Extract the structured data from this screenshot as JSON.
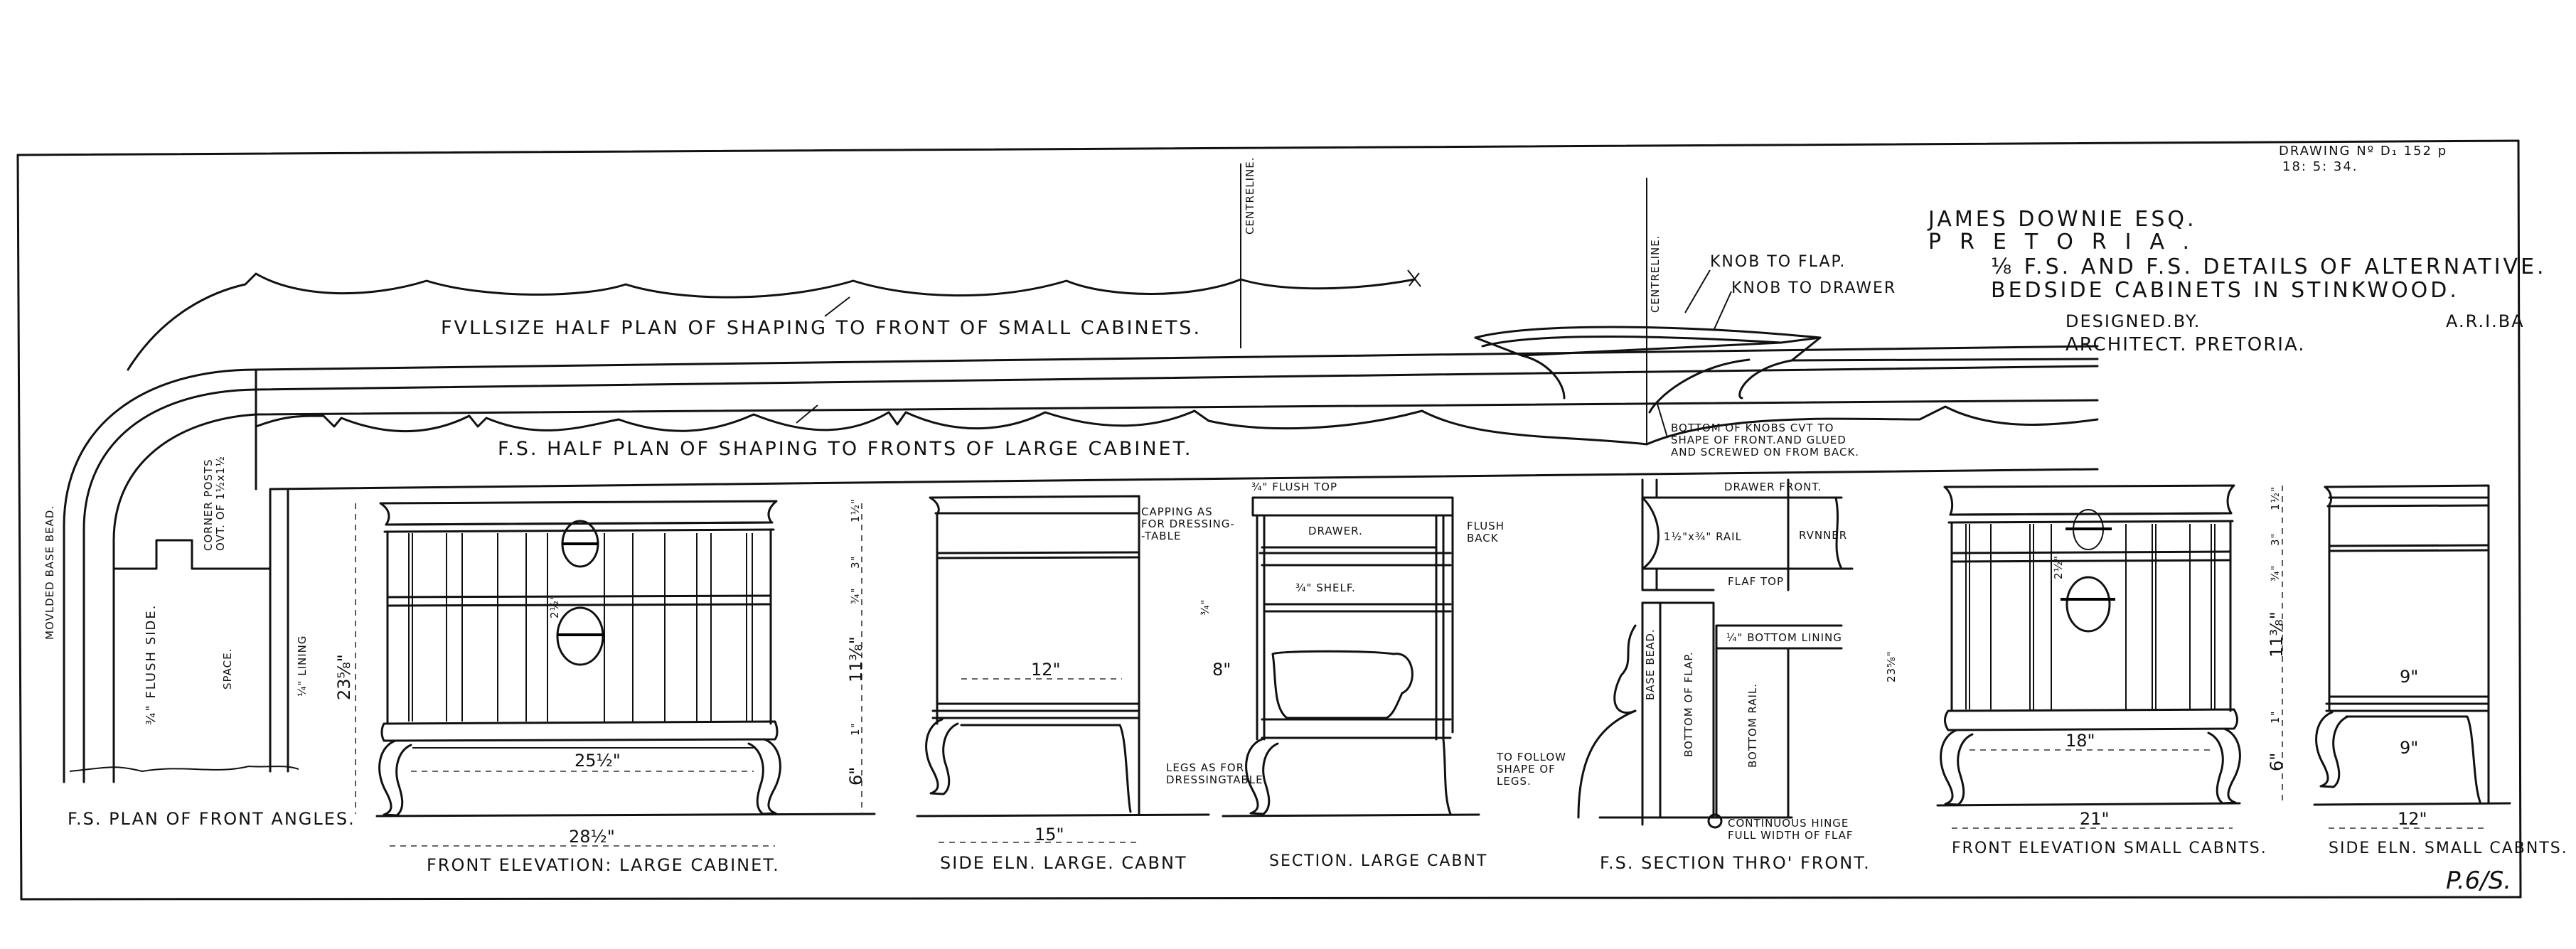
{
  "title_block": {
    "drawing_no": "DRAWING Nº D₁ 152 p",
    "date": "18: 5: 34.",
    "client": "JAMES DOWNIE ESQ.",
    "location": "PRETORIA.",
    "title_line1": "⅛ F.S. AND F.S. DETAILS OF ALTERNATIVE.",
    "title_line2": "BEDSIDE CABINETS IN STINKWOOD.",
    "designed_by": "DESIGNED.BY.",
    "qualification": "A.R.I.BA",
    "architect": "ARCHITECT. PRETORIA."
  },
  "plans": {
    "centreline_1": "CENTRELINE.",
    "centreline_2": "CENTRELINE.",
    "small_plan_label": "FVLLSIZE HALF PLAN OF SHAPING TO FRONT OF SMALL CABINETS.",
    "large_plan_label": "F.S. HALF PLAN OF SHAPING TO FRONTS OF LARGE CABINET.",
    "knob_to_flap": "KNOB TO FLAP.",
    "knob_to_drawer": "KNOB TO DRAWER",
    "knob_note": [
      "BOTTOM OF KNOBS CVT TO",
      "SHAPE OF FRONT.AND GLUED",
      "AND SCREWED ON FROM BACK."
    ]
  },
  "front_angles": {
    "label": "F.S. PLAN OF FRONT ANGLES.",
    "moulded_base_bead": "MOVLDED BASE BEAD.",
    "corner_posts": [
      "CORNER POSTS",
      "OVT. OF 1½x1½"
    ],
    "flush_side": "¾\" FLUSH SIDE.",
    "space": "SPACE.",
    "lining": "¼\" LINING"
  },
  "front_large": {
    "label": "FRONT ELEVATION: LARGE CABINET.",
    "height": "23⅝\"",
    "overall_width": "28½\"",
    "leg_span": "25½\"",
    "knob_offset": "2½\"",
    "right_dims": [
      "1½\"",
      "3\"",
      "¾\"",
      "11⅜\"",
      "1\"",
      "6\""
    ]
  },
  "side_large": {
    "label": "SIDE ELN. LARGE. CABNT",
    "inner_width": "12\"",
    "overall_width": "15\""
  },
  "section_large": {
    "label": "SECTION. LARGE CABNT",
    "flush_top": "¾\" FLUSH TOP",
    "capping": [
      "CAPPING AS",
      "FOR DRESSING-",
      "-TABLE"
    ],
    "flush_back": [
      "FLUSH",
      "BACK"
    ],
    "drawer": "DRAWER.",
    "shelf": "¾\" SHELF.",
    "shelf_dim": "¾\"",
    "space_dim": "8\"",
    "legs": [
      "LEGS AS FOR",
      "DRESSINGTABLE"
    ]
  },
  "section_front": {
    "label": "F.S. SECTION THRO' FRONT.",
    "drawer_front": "DRAWER FRONT.",
    "rail": "1½\"x¾\" RAIL",
    "runner": "RVNNER",
    "flap_top": "FLAF TOP",
    "bottom_lining": "¼\" BOTTOM LINING",
    "base_bead": "BASE BEAD.",
    "bottom_of_flap": "BOTTOM OF FLAP.",
    "bottom_rail": "BOTTOM RAIL.",
    "follow_legs": [
      "TO FOLLOW",
      "SHAPE OF",
      "LEGS."
    ],
    "hinge": [
      "CONTINUOUS HINGE",
      "FULL WIDTH OF FLAF"
    ],
    "height": "23⅝\""
  },
  "front_small": {
    "label": "FRONT ELEVATION SMALL CABNTS.",
    "overall_width": "21\"",
    "leg_span": "18\"",
    "knob_offset": "2½\"",
    "right_dims": [
      "1½\"",
      "3\"",
      "¾\"",
      "11⅜\"",
      "1\"",
      "6\""
    ]
  },
  "side_small": {
    "label": "SIDE ELN. SMALL CABNTS.",
    "inner_width": "9\"",
    "leg_span": "9\"",
    "overall_width": "12\""
  },
  "signature": "P.6/S."
}
